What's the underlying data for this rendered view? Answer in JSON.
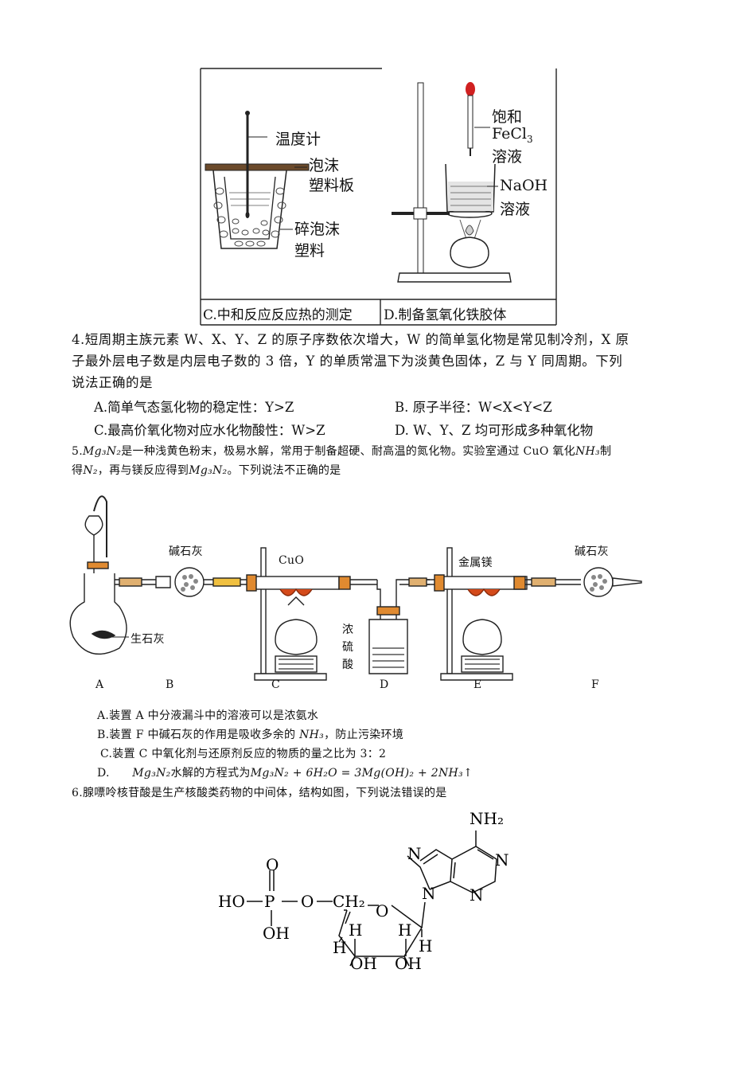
{
  "fig3": {
    "c_labels": {
      "thermometer": "温度计",
      "board_1": "泡沫",
      "board_2": "塑料板",
      "crushed_1": "碎泡沫",
      "crushed_2": "塑料"
    },
    "d_labels": {
      "fecl3_1": "饱和",
      "fecl3_2": "FeCl",
      "fecl3_sub": "3",
      "fecl3_3": "溶液",
      "naoh_1": "NaOH",
      "naoh_2": "溶液"
    },
    "caption_c": "C.中和反应反应热的测定",
    "caption_d": "D.制备氢氧化铁胶体"
  },
  "q4": {
    "line1": "4.短周期主族元素 W、X、Y、Z 的原子序数依次增大，W 的简单氢化物是常见制冷剂，X 原",
    "line2": "子最外层电子数是内层电子数的 3 倍，Y 的单质常温下为淡黄色固体，Z 与 Y 同周期。下列",
    "line3": "说法正确的是",
    "options": {
      "A": "A.简单气态氢化物的稳定性：Y>Z",
      "B": "B.  原子半径：W<X<Y<Z",
      "C": "C.最高价氧化物对应水化物酸性：W>Z",
      "D": "D.  W、Y、Z 均可形成多种氧化物"
    }
  },
  "q5": {
    "num": "5.",
    "t1": "是一种浅黄色粉末，极易水解，常用于制备超硬、耐高温的氮化物。实验室通过 CuO 氧化",
    "t2": "制",
    "t3": "得",
    "t4": "，再与镁反应得到",
    "t5": "。下列说法不正确的是",
    "formula_mg3n2": "Mg₃N₂",
    "formula_nh3": "NH₃",
    "formula_n2": "N₂",
    "apparatus": {
      "soda_lime_b": "碱石灰",
      "cuo": "CuO",
      "mg": "金属镁",
      "soda_lime_f": "碱石灰",
      "quicklime": "生石灰",
      "acid_1": "浓",
      "acid_2": "硫",
      "acid_3": "酸",
      "letters": [
        "A",
        "B",
        "C",
        "D",
        "E",
        "F"
      ]
    },
    "options": {
      "A": "A.装置 A 中分液漏斗中的溶液可以是浓氨水",
      "B1": "B.装置 F 中碱石灰的作用是吸收多余的",
      "B2": "，防止污染环境",
      "C": "C.装置 C 中氧化剂与还原剂反应的物质的量之比为 3：2",
      "D_label": "D.",
      "D_mid": "水解的方程式为",
      "D_eq": "Mg₃N₂ + 6H₂O = 3Mg(OH)₂ + 2NH₃↑"
    }
  },
  "q6": {
    "text": "6.腺嘌呤核苷酸是生产核酸类药物的中间体，结构如图，下列说法错误的是",
    "struct": {
      "nh2": "NH₂",
      "n": "N",
      "o": "O",
      "ho": "HO",
      "p": "P",
      "oh": "OH",
      "ch2": "CH₂",
      "h": "H"
    }
  }
}
